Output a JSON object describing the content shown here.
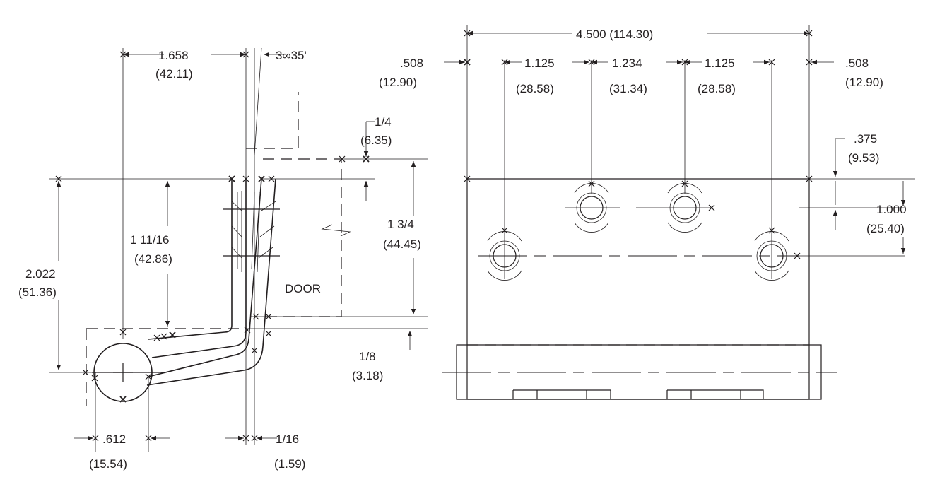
{
  "side_view": {
    "dim_top_width": "1.658",
    "dim_top_width_mm": "(42.11)",
    "dim_angle": "3∞35'",
    "dim_door_offset": "1/4",
    "dim_door_offset_mm": "(6.35)",
    "dim_leaf_height": "1 11/16",
    "dim_leaf_height_mm": "(42.86)",
    "dim_door_thickness": "1 3/4",
    "dim_door_thickness_mm": "(44.45)",
    "dim_overall_height": "2.022",
    "dim_overall_height_mm": "(51.36)",
    "door_label": "DOOR",
    "dim_gap": "1/8",
    "dim_gap_mm": "(3.18)",
    "dim_knuckle": ".612",
    "dim_knuckle_mm": "(15.54)",
    "dim_leaf_thickness": "1/16",
    "dim_leaf_thickness_mm": "(1.59)"
  },
  "front_view": {
    "dim_overall_width": "4.500 (114.30)",
    "dim_edge_left": ".508",
    "dim_edge_left_mm": "(12.90)",
    "dim_hole_1": "1.125",
    "dim_hole_1_mm": "(28.58)",
    "dim_hole_2": "1.234",
    "dim_hole_2_mm": "(31.34)",
    "dim_hole_3": "1.125",
    "dim_hole_3_mm": "(28.58)",
    "dim_edge_right": ".508",
    "dim_edge_right_mm": "(12.90)",
    "dim_top_offset": ".375",
    "dim_top_offset_mm": "(9.53)",
    "dim_row_spacing": "1.000",
    "dim_row_spacing_mm": "(25.40)"
  }
}
